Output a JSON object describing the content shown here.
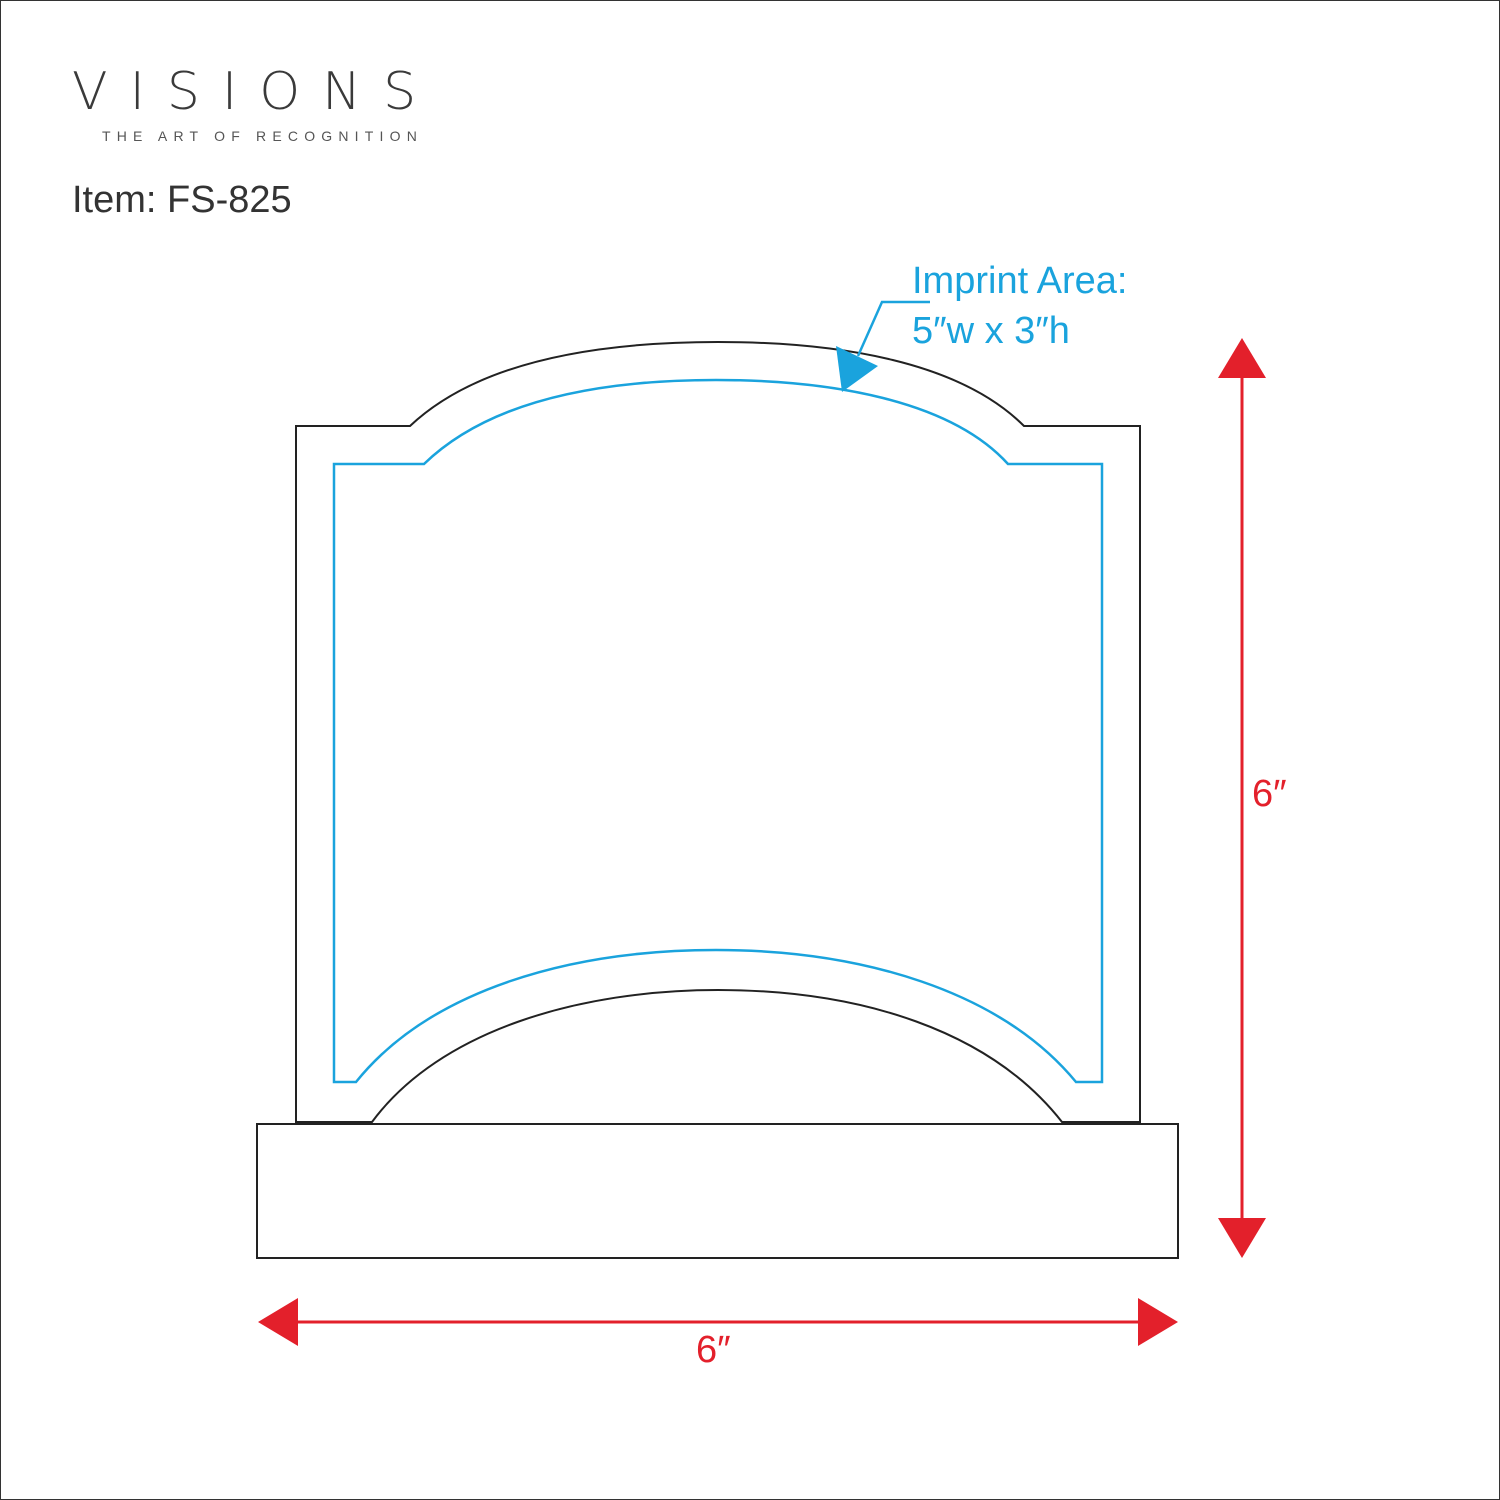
{
  "brand": {
    "name": "VISIONS",
    "tagline": "THE ART OF RECOGNITION"
  },
  "item": {
    "label": "Item: FS-825"
  },
  "imprint": {
    "title": "Imprint Area:",
    "size": "5″w x 3″h"
  },
  "dimensions": {
    "height": "6″",
    "width": "6″"
  },
  "colors": {
    "outline": "#222222",
    "imprint": "#1aa3dd",
    "dimension": "#e3202b",
    "text": "#333333"
  }
}
